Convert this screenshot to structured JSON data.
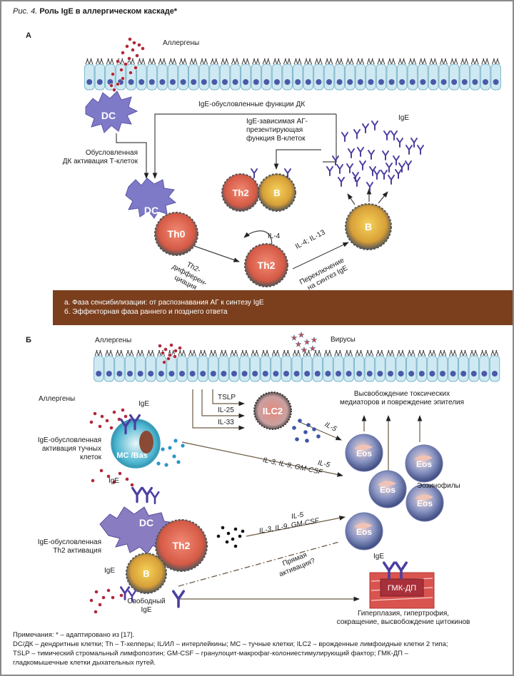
{
  "figure": {
    "title_prefix": "Рис. 4.",
    "title": "Роль IgE в аллергическом каскаде*"
  },
  "panel_a": {
    "label": "А",
    "allergens": "Аллергены",
    "dc_functions": "IgE-обусловленные функции ДК",
    "b_cell_function_lines": [
      "IgE-зависимая АГ-",
      "презентирующая",
      "функция В-клеток"
    ],
    "ige": "IgE",
    "dc_activation_lines": [
      "Обусловленная",
      "ДК активация Т-клеток"
    ],
    "il4": "IL-4",
    "il4_il13": "IL-4; IL-13",
    "th2_diff_lines": [
      "Th2-",
      "дифферен-",
      "циация"
    ],
    "switch_lines": [
      "Переключение",
      "на синтез IgE"
    ],
    "cells": {
      "dc": "DC",
      "th0": "Th0",
      "th2": "Th2",
      "b": "B"
    }
  },
  "banner": {
    "line_a": "а. Фаза сенсибилизации: от распознавания АГ к синтезу IgE",
    "line_b": "б. Эффекторная фаза раннего и позднего ответа",
    "color": "#7b3f1e"
  },
  "panel_b": {
    "label": "Б",
    "allergens_top": "Аллергены",
    "viruses": "Вирусы",
    "allergens_left": "Аллергены",
    "ige_mc": "IgE",
    "mast_activation_lines": [
      "IgE-обусловленная",
      "активация тучных",
      "клеток"
    ],
    "th2_activation_lines": [
      "IgE-обусловленная",
      "Th2 активация"
    ],
    "ige_dc": "IgE",
    "ige_b": "IgE",
    "free_ige_lines": [
      "Свободный",
      "IgE"
    ],
    "tslp": "TSLP",
    "il25": "IL-25",
    "il33": "IL-33",
    "il5_ilc2": "IL-5",
    "mc_mediators_lines": [
      "IL-5",
      "IL-3, IL-9, GM-CSF"
    ],
    "th2_mediators_lines": [
      "IL-5",
      "IL-3, IL-9, GM-CSF"
    ],
    "toxic_lines": [
      "Высвобождение токсических",
      "медиаторов и повреждение эпителия"
    ],
    "eosinophils": "Эозинофилы",
    "direct_activation_lines": [
      "Прямая",
      "активация?"
    ],
    "ige_smc": "IgE",
    "smc_label": "ГМК-ДП",
    "smc_effects_lines": [
      "Гиперплазия, гипертрофия,",
      "сокращение, высвобождение цитокинов"
    ],
    "cells": {
      "ilc2": "ILC2",
      "mc": "MC /Bas",
      "dc": "DC",
      "th2": "Th2",
      "b": "B",
      "eos": "Eos"
    }
  },
  "notes": {
    "line1": "Примечания: * – адаптировано из [17].",
    "line2": "DC/ДК – дендритные клетки; Th – T-хелперы; IL/ИЛ – интерлейкины; МС – тучные клетки; ILC2 – врожденные лимфоидные клетки 2 типа;",
    "line3": "TSLP – тимический стромальный лимфопоэтин; GM-CSF – гранулоцит-макрофаг-колониестимулирующий фактор; ГМК-ДП –",
    "line4": "гладкомышечные клетки дыхательных путей."
  },
  "colors": {
    "epithelium": "#cfe9f2",
    "nucleus": "#4a5aa8",
    "allergen": "#b0283a",
    "ige": "#4b3fa0",
    "th": "#e06a55",
    "b": "#e8b640",
    "dc": "#7f7ac8",
    "eos": "#9aa6d0",
    "smc": "#d9534f",
    "arrow": "#6b5a44"
  }
}
